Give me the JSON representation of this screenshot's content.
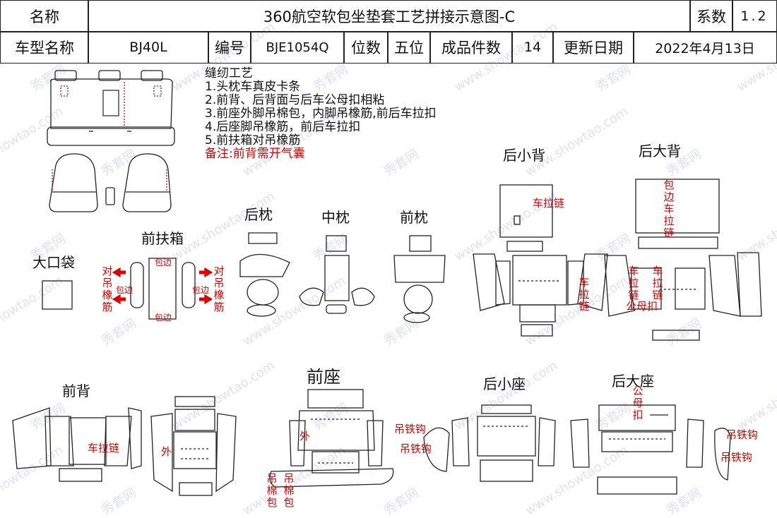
{
  "header": {
    "name_label": "名称",
    "title": "360航空软包坐垫套工艺拼接示意图-C",
    "coef_label": "系数",
    "coef_value": "1.2",
    "model_label": "车型名称",
    "model_value": "BJ40L",
    "code_label": "编号",
    "code_value": "BJE1054Q",
    "seats_label": "位数",
    "seats_value": "五位",
    "pieces_label": "成品件数",
    "pieces_value": "14",
    "update_label": "更新日期",
    "update_value": "2022年4月13日"
  },
  "notes": {
    "title": "缝纫工艺",
    "lines": [
      "1.头枕车真皮卡条",
      "2.前背、后背面与后车公母扣相粘",
      "3.前座外脚吊棉包，内脚吊橡筋,前后车拉扣",
      "4.后座脚吊橡筋，前后车拉扣",
      "5.前扶箱对吊橡筋"
    ],
    "remark": "备注:前背需开气囊"
  },
  "sections": {
    "big_pocket": "大口袋",
    "front_armrest": "前扶箱",
    "rear_headrest": "后枕",
    "mid_headrest": "中枕",
    "front_headrest": "前枕",
    "rear_small_back": "后小背",
    "rear_big_back": "后大背",
    "front_back": "前背",
    "front_seat": "前座",
    "rear_small_seat": "后小座",
    "rear_big_seat": "后大座"
  },
  "annotations": {
    "armrest_left": "对吊橡筋",
    "armrest_right": "对吊橡筋",
    "edge_wrap": "包边",
    "zipper": "车拉链",
    "edge_zipper": "包边车拉链",
    "zipper_vertical": "车拉链",
    "zip": "车拉链",
    "snap": "公母扣",
    "outer": "外",
    "cotton_pack": "吊棉包",
    "iron_hook": "吊铁钩"
  },
  "watermark": {
    "brand": "秀套网",
    "site": "www.showtao.com"
  },
  "colors": {
    "annotation": "#e00000",
    "line": "#222222"
  }
}
